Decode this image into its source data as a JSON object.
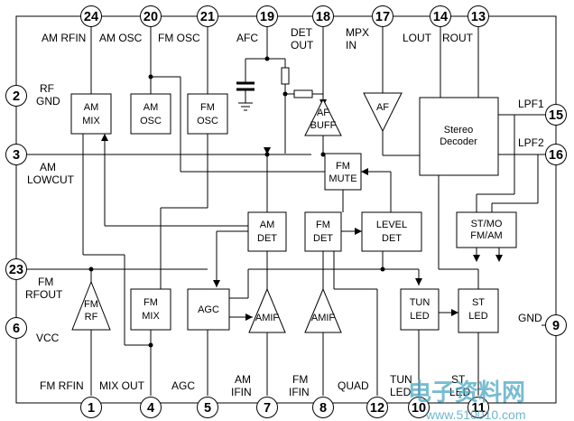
{
  "pins": [
    {
      "id": "p24",
      "num": "24"
    },
    {
      "id": "p20",
      "num": "20"
    },
    {
      "id": "p21",
      "num": "21"
    },
    {
      "id": "p19",
      "num": "19"
    },
    {
      "id": "p18",
      "num": "18"
    },
    {
      "id": "p17",
      "num": "17"
    },
    {
      "id": "p14",
      "num": "14"
    },
    {
      "id": "p13",
      "num": "13"
    },
    {
      "id": "p2",
      "num": "2"
    },
    {
      "id": "p3",
      "num": "3"
    },
    {
      "id": "p23",
      "num": "23"
    },
    {
      "id": "p6",
      "num": "6"
    },
    {
      "id": "p15",
      "num": "15"
    },
    {
      "id": "p16",
      "num": "16"
    },
    {
      "id": "p9",
      "num": "9"
    },
    {
      "id": "p1",
      "num": "1"
    },
    {
      "id": "p4",
      "num": "4"
    },
    {
      "id": "p5",
      "num": "5"
    },
    {
      "id": "p7",
      "num": "7"
    },
    {
      "id": "p8",
      "num": "8"
    },
    {
      "id": "p12",
      "num": "12"
    },
    {
      "id": "p10",
      "num": "10"
    },
    {
      "id": "p11",
      "num": "11"
    }
  ],
  "pin_labels": {
    "am_rfin": "AM RFIN",
    "am_osc": "AM OSC",
    "fm_osc": "FM OSC",
    "afc": "AFC",
    "det_out_1": "DET",
    "det_out_2": "OUT",
    "mpx_in_1": "MPX",
    "mpx_in_2": "IN",
    "lout": "LOUT",
    "rout": "ROUT",
    "rf_gnd_1": "RF",
    "rf_gnd_2": "GND",
    "am_lowcut_1": "AM",
    "am_lowcut_2": "LOWCUT",
    "fm_rfout_1": "FM",
    "fm_rfout_2": "RFOUT",
    "vcc": "VCC",
    "lpf1": "LPF1",
    "lpf2": "LPF2",
    "gnd": "GND",
    "fm_rfin": "FM RFIN",
    "mix_out": "MIX OUT",
    "agc": "AGC",
    "am_ifin_1": "AM",
    "am_ifin_2": "IFIN",
    "fm_ifin_1": "FM",
    "fm_ifin_2": "IFIN",
    "quad": "QUAD",
    "tun_led_1": "TUN",
    "tun_led_2": "LED",
    "st_led_1": "ST",
    "st_led_2": "LED"
  },
  "blocks": {
    "am_mix_1": "AM",
    "am_mix_2": "MIX",
    "am_osc_1": "AM",
    "am_osc_2": "OSC",
    "fm_osc_1": "FM",
    "fm_osc_2": "OSC",
    "af_buff_1": "AF",
    "af_buff_2": "BUFF",
    "af": "AF",
    "stereo_1": "Stereo",
    "stereo_2": "Decoder",
    "fm_mute_1": "FM",
    "fm_mute_2": "MUTE",
    "am_det_1": "AM",
    "am_det_2": "DET",
    "fm_det_1": "FM",
    "fm_det_2": "DET",
    "level_det_1": "LEVEL",
    "level_det_2": "DET",
    "stmo_1": "ST/MO",
    "stmo_2": "FM/AM",
    "fm_rf_1": "FM",
    "fm_rf_2": "RF",
    "fm_mix_1": "FM",
    "fm_mix_2": "MIX",
    "agc": "AGC",
    "amif_1": "AMIF",
    "amif_2": "AMIF",
    "tun_led_1": "TUN",
    "tun_led_2": "LED",
    "st_led_1": "ST",
    "st_led_2": "LED"
  },
  "watermark": {
    "text": "电子资料网",
    "url": "www.510010.com"
  }
}
